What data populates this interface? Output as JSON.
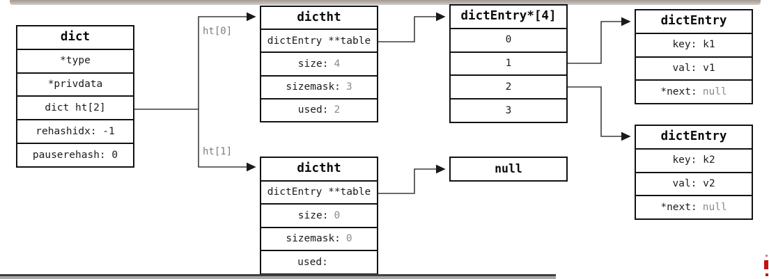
{
  "labels": {
    "ht0": "ht[0]",
    "ht1": "ht[1]"
  },
  "boxes": {
    "dict": {
      "title": "dict",
      "rows": [
        "*type",
        "*privdata",
        "dict ht[2]",
        "rehashidx: -1",
        "pauserehash: 0"
      ]
    },
    "dictht_top": {
      "title": "dictht",
      "table_row": "dictEntry **table",
      "fields": [
        {
          "label": "size:",
          "value": "4"
        },
        {
          "label": "sizemask:",
          "value": "3"
        },
        {
          "label": "used:",
          "value": "2"
        }
      ]
    },
    "entry_array": {
      "title": "dictEntry*[4]",
      "slots": [
        "0",
        "1",
        "2",
        "3"
      ]
    },
    "entry1": {
      "title": "dictEntry",
      "key_row": "key: k1",
      "val_row": "val: v1",
      "next_label": "*next:",
      "next_value": "null"
    },
    "entry2": {
      "title": "dictEntry",
      "key_row": "key: k2",
      "val_row": "val: v2",
      "next_label": "*next:",
      "next_value": "null"
    },
    "dictht_bottom": {
      "title": "dictht",
      "table_row": "dictEntry **table",
      "fields": [
        {
          "label": "size:",
          "value": "0"
        },
        {
          "label": "sizemask:",
          "value": "0"
        },
        {
          "label": "used:",
          "value": ""
        }
      ]
    },
    "null_box": {
      "title": "null"
    }
  },
  "colors": {
    "border": "#111111",
    "wire": "#3c3c3c",
    "value_gray": "#8a8a8a",
    "pointer_label_gray": "#7d7d7d",
    "red_annotation": "#c41111"
  }
}
